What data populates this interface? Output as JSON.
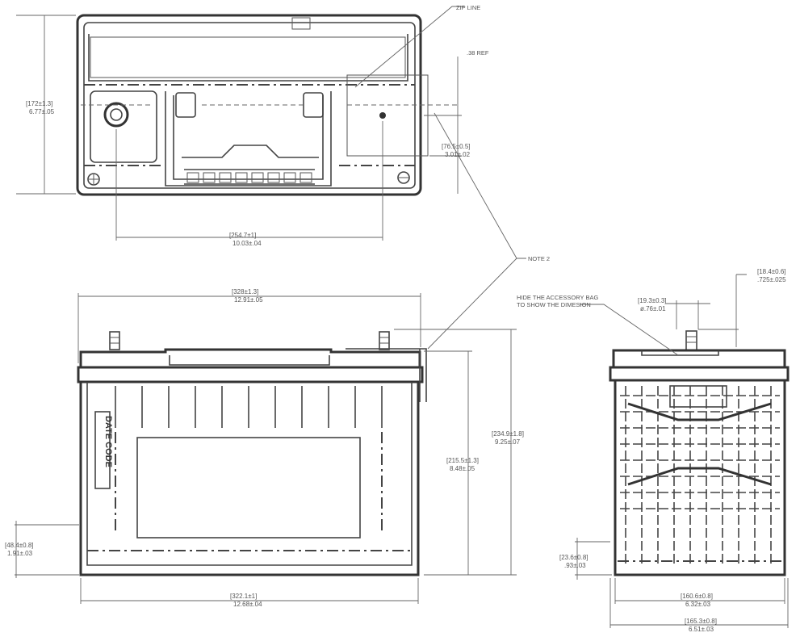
{
  "labels": {
    "zip_line": "ZIP LINE",
    "ref": ".38 REF",
    "note2": "NOTE 2",
    "accessory_line1": "HIDE THE ACCESSORY BAG",
    "accessory_line2": "TO SHOW THE DIMESION",
    "date_code": "DATE CODE"
  },
  "dimensions": {
    "top_height_mm": "[172±1.3]",
    "top_height_in": "6.77±.05",
    "zip_offset_mm": "[76.5±0.5]",
    "zip_offset_in": "3.01±.02",
    "terminal_spacing_mm": "[254.7±1]",
    "terminal_spacing_in": "10.03±.04",
    "overall_length_mm": "[328±1.3]",
    "overall_length_in": "12.91±.05",
    "base_length_mm": "[322.1±1]",
    "base_length_in": "12.68±.04",
    "overall_height_mm": "[234.9±1.8]",
    "overall_height_in": "9.25±.07",
    "case_height_mm": "[215.5±1.3]",
    "case_height_in": "8.48±.05",
    "holddown_height_mm": "[48.4±0.8]",
    "holddown_height_in": "1.91±.03",
    "terminal_dia_mm": "[19.3±0.3]",
    "terminal_dia_in": "ø.76±.01",
    "terminal_height_mm": "[18.4±0.6]",
    "terminal_height_in": ".725±.025",
    "side_ledge_mm": "[23.6±0.8]",
    "side_ledge_in": ".93±.03",
    "side_base_mm": "[160.6±0.8]",
    "side_base_in": "6.32±.03",
    "side_width_mm": "[165.3±0.8]",
    "side_width_in": "6.51±.03"
  }
}
